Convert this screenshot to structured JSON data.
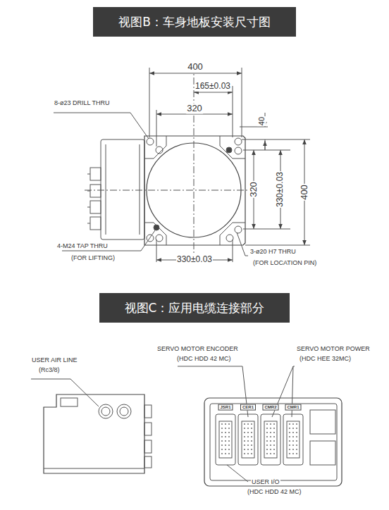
{
  "diagram": {
    "nodes": [
      {
        "text": [
          "视图B：车身地板安装尺寸图"
        ]
      },
      {
        "text": [
          "视图C：应用电缆连接部分"
        ]
      }
    ],
    "labels": [
      "400",
      "165±0.03",
      "320",
      "8-ø23 DRILL THRU",
      "40",
      "320",
      "330±0.03",
      "400",
      "4-M24 TAP THRU",
      "(FOR LIFTING)",
      "3-ø20 H7 THRU",
      "(FOR LOCATION PIN)",
      "330±0.03",
      "USER AIR LINE",
      "(Rc3/8)",
      "SERVO MOTOR ENCODER",
      "(HDC HDD 42 MC)",
      "SERVO MOTOR POWER",
      "(HDC HEE 32MC)",
      "JSR1",
      "CER1",
      "CMR2",
      "CMR1",
      "USER I/O",
      "(HDC HDD 42 MC)"
    ]
  }
}
